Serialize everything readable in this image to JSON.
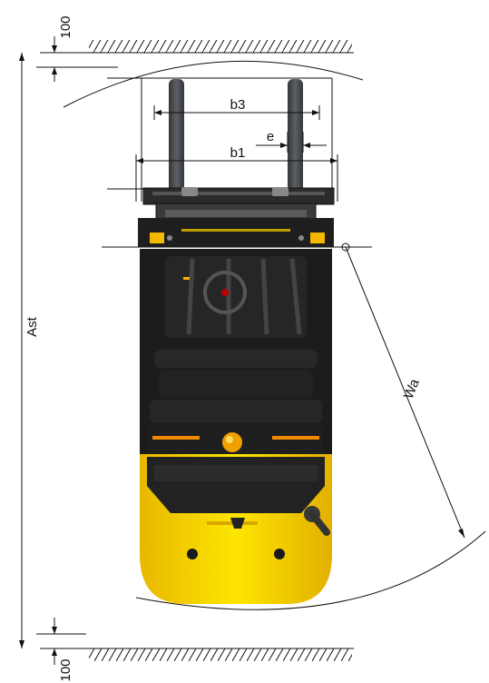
{
  "labels": {
    "clearance_top": "100",
    "clearance_bottom": "100",
    "aisle_width": "Ast",
    "turning_radius": "Wa",
    "fork_spread_outer": "b3",
    "overall_width": "b1",
    "fork_width": "e"
  },
  "colors": {
    "truck_body": "#1f1f1f",
    "truck_dark": "#2b2b2b",
    "accent_yellow": "#f5d000",
    "accent_orange": "#f08a00",
    "fork_gray": "#4a4d50",
    "line": "#111111"
  }
}
